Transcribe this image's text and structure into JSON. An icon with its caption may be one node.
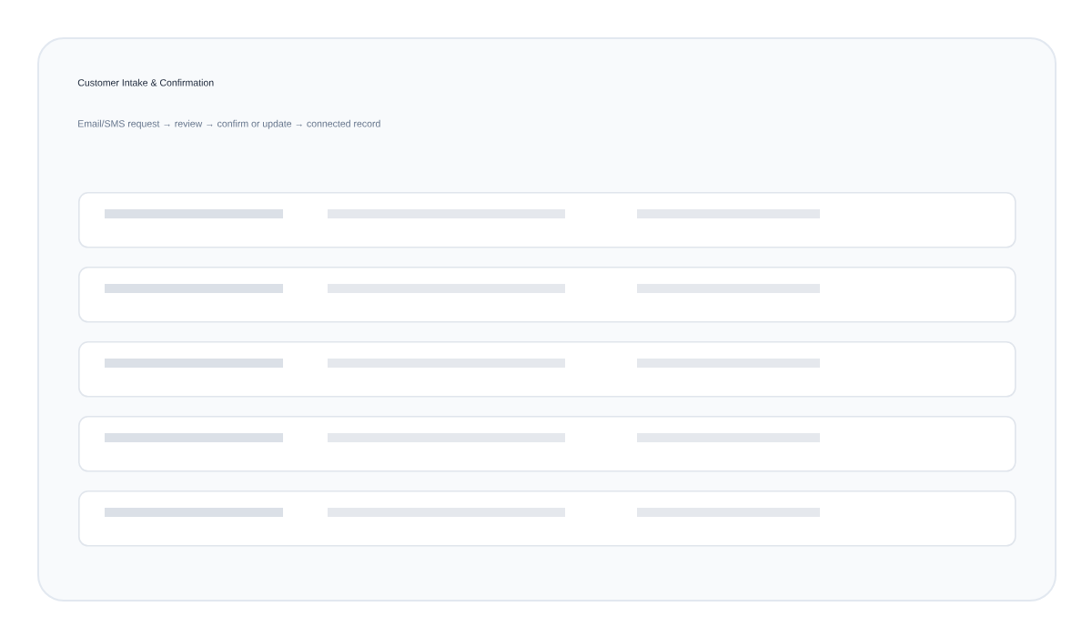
{
  "diagram": {
    "title": "Customer Intake & Confirmation",
    "nodes": [
      {
        "text": [],
        "shape": "box"
      },
      {
        "text": [],
        "shape": "box",
        "in": 0
      },
      {
        "text": [],
        "shape": "box",
        "in": 0
      },
      {
        "text": [],
        "shape": "box",
        "in": 0
      },
      {
        "text": [],
        "shape": "box",
        "in": 0
      },
      {
        "text": [],
        "shape": "box",
        "in": 0
      }
    ],
    "labels": [
      "Email/SMS request → review → confirm or update → connected record"
    ]
  }
}
